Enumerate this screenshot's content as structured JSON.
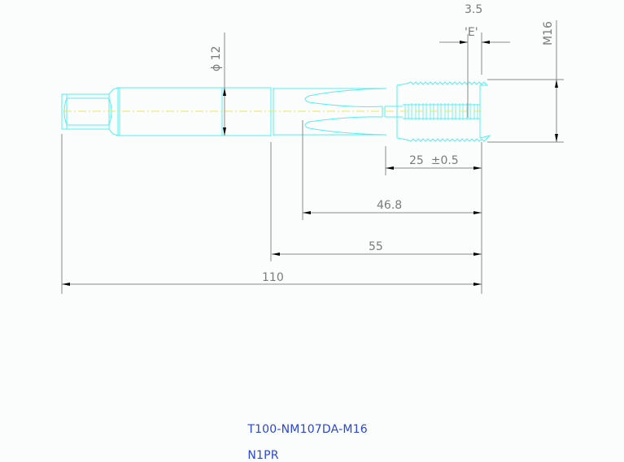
{
  "drawing": {
    "part_number": "T100-NM107DA-M16",
    "grade": "N1PR",
    "colors": {
      "outline": "#55eef0",
      "centerline": "#e8e85a",
      "dimension": "#8a8a8a",
      "arrow": "#000000",
      "title": "#2a46d6",
      "background": "#fbfdfd"
    },
    "dimensions": {
      "shank_diameter": "ϕ 12",
      "thread_size": "M16",
      "chamfer_length": "3.5",
      "chamfer_label": "'E'",
      "thread_length": "25  ±0.5",
      "flute_length": "46.8",
      "neck_length": "55",
      "overall_length": "110"
    }
  }
}
